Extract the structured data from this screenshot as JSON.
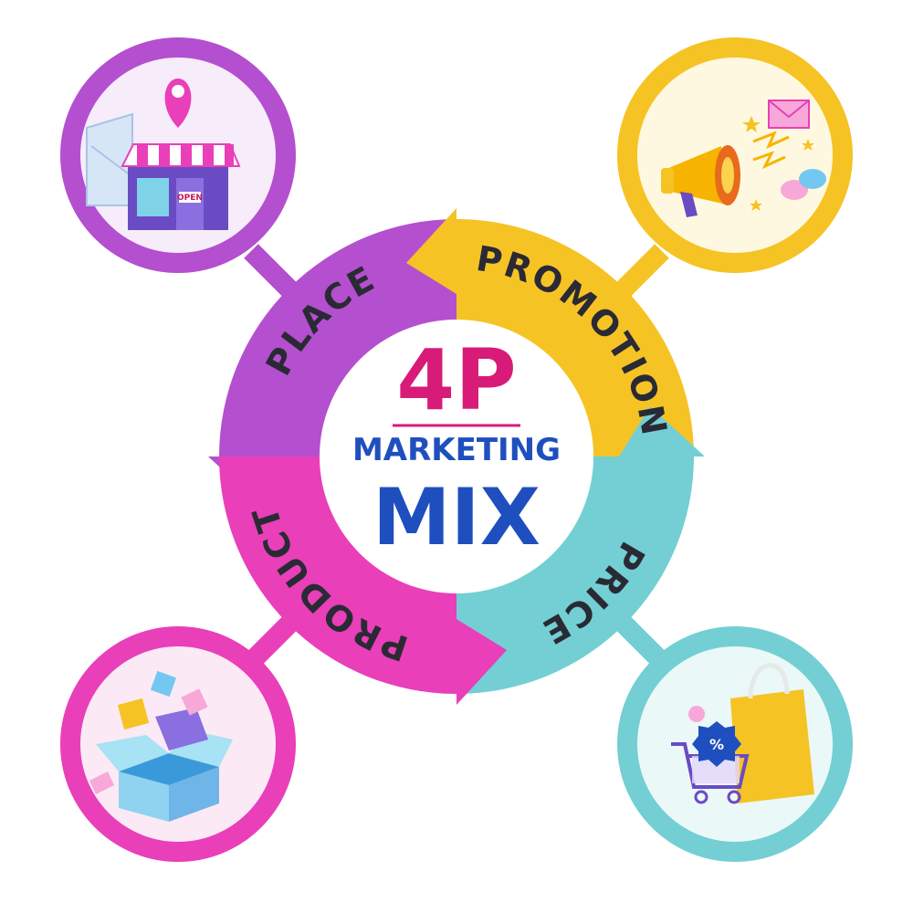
{
  "center": {
    "title": "4P",
    "subtitle": "MARKETING",
    "main": "MIX"
  },
  "segments": [
    {
      "key": "place",
      "label": "PLACE"
    },
    {
      "key": "promotion",
      "label": "PROMOTION"
    },
    {
      "key": "price",
      "label": "PRICE"
    },
    {
      "key": "product",
      "label": "PRODUCT"
    }
  ],
  "icons": {
    "place": "store-map-icon",
    "promotion": "megaphone-icon",
    "price": "shopping-cart-bag-icon",
    "product": "open-box-icon"
  },
  "store_sign": "OPEN",
  "colors": {
    "place": "#b44fcf",
    "promotion": "#f6c325",
    "price": "#73cfd3",
    "product": "#e93fb9",
    "title_pink": "#d81b78",
    "title_blue": "#1f4fbf"
  }
}
